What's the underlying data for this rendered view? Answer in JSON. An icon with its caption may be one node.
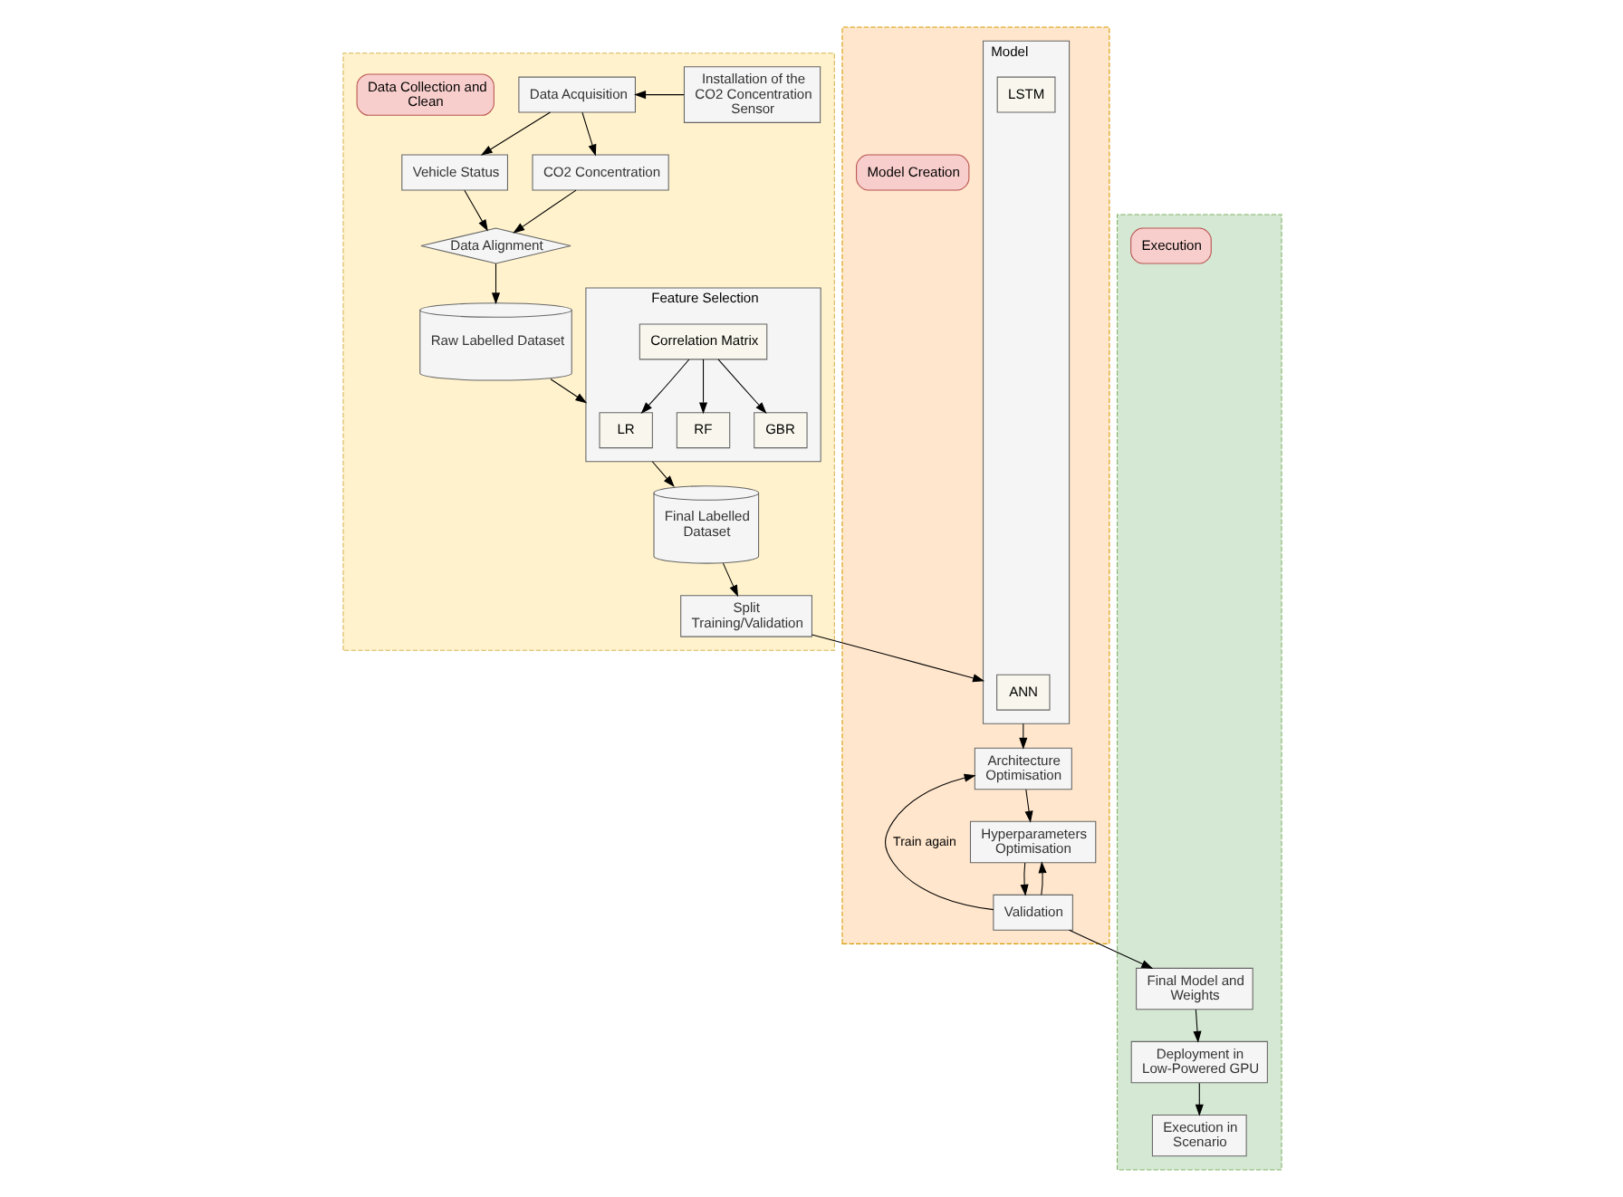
{
  "diagram": {
    "nodes": [
      {
        "text": [],
        "shape": "box"
      },
      {
        "text": [
          "Installation of the CO2 Concentration Sensor"
        ],
        "in": 0
      },
      {
        "text": [
          "Data Acquisition"
        ],
        "in": 0
      },
      {
        "text": [
          "Vehicle Status"
        ],
        "in": 0
      },
      {
        "text": [
          "CO2 Concentration"
        ],
        "in": 0
      },
      {
        "text": [
          "Data Alignment"
        ],
        "in": 0
      },
      {
        "text": [
          "Data Collection and Clean"
        ],
        "in": 0
      },
      {
        "text": [
          "Raw Labelled Dataset"
        ],
        "in": 0
      },
      {
        "text": [
          "Feature Selection"
        ],
        "in": 0
      },
      {
        "text": [
          "LR"
        ],
        "in": 8
      },
      {
        "text": [
          "RF"
        ],
        "in": 8
      },
      {
        "text": [
          "GBR"
        ],
        "in": 8
      },
      {
        "text": [
          "Correlation Matrix"
        ],
        "in": 8
      },
      {
        "text": [
          "Final Labelled Dataset"
        ],
        "in": 0
      },
      {
        "text": [
          "Split Training/Validation"
        ],
        "in": 0
      },
      {
        "text": [],
        "shape": "box"
      },
      {
        "text": [
          "Model Creation"
        ],
        "in": 15
      },
      {
        "text": [
          "Model"
        ],
        "in": 15
      },
      {
        "text": [
          "ANN"
        ],
        "in": 17
      },
      {
        "text": [
          "LSTM"
        ],
        "in": 17
      },
      {
        "text": [
          "Architecture Optimisation"
        ],
        "in": 15
      },
      {
        "text": [
          "Hyperparameters Optimisation"
        ],
        "in": 15
      },
      {
        "text": [
          "Validation"
        ],
        "in": 15
      },
      {
        "text": [],
        "shape": "box"
      },
      {
        "text": [
          "Execution"
        ],
        "in": 23
      },
      {
        "text": [
          "Final Model and Weights"
        ],
        "in": 23
      },
      {
        "text": [
          "Deployment in Low-Powered GPU"
        ],
        "in": 23
      },
      {
        "text": [
          "Execution in Scenario"
        ],
        "in": 23
      }
    ],
    "edges": [
      {
        "from": 1,
        "to": 2,
        "arrow": "to"
      },
      {
        "from": 2,
        "to": 3,
        "arrow": "to"
      },
      {
        "from": 2,
        "to": 4,
        "arrow": "to"
      },
      {
        "from": 3,
        "to": 5,
        "arrow": "to"
      },
      {
        "from": 4,
        "to": 5,
        "arrow": "to"
      },
      {
        "from": 5,
        "to": 7,
        "arrow": "to"
      },
      {
        "from": 7,
        "to": 8,
        "arrow": "to"
      },
      {
        "from": 12,
        "to": 9,
        "arrow": "to"
      },
      {
        "from": 12,
        "to": 10,
        "arrow": "to"
      },
      {
        "from": 12,
        "to": 11,
        "arrow": "to"
      },
      {
        "from": 8,
        "to": 13,
        "arrow": "to"
      },
      {
        "from": 13,
        "to": 14,
        "arrow": "to"
      },
      {
        "from": 14,
        "to": 17,
        "arrow": "to"
      },
      {
        "from": 17,
        "to": 20,
        "arrow": "to"
      },
      {
        "from": 20,
        "to": 21,
        "arrow": "to"
      },
      {
        "from": 21,
        "to": 22,
        "arrow": "to"
      },
      {
        "from": 22,
        "to": 20,
        "arrow": "to",
        "label": "Train again"
      },
      {
        "from": 22,
        "to": 21,
        "arrow": "to"
      },
      {
        "from": 22,
        "to": 25,
        "arrow": "to"
      },
      {
        "from": 25,
        "to": 26,
        "arrow": "to"
      },
      {
        "from": 26,
        "to": 27,
        "arrow": "to"
      }
    ]
  }
}
